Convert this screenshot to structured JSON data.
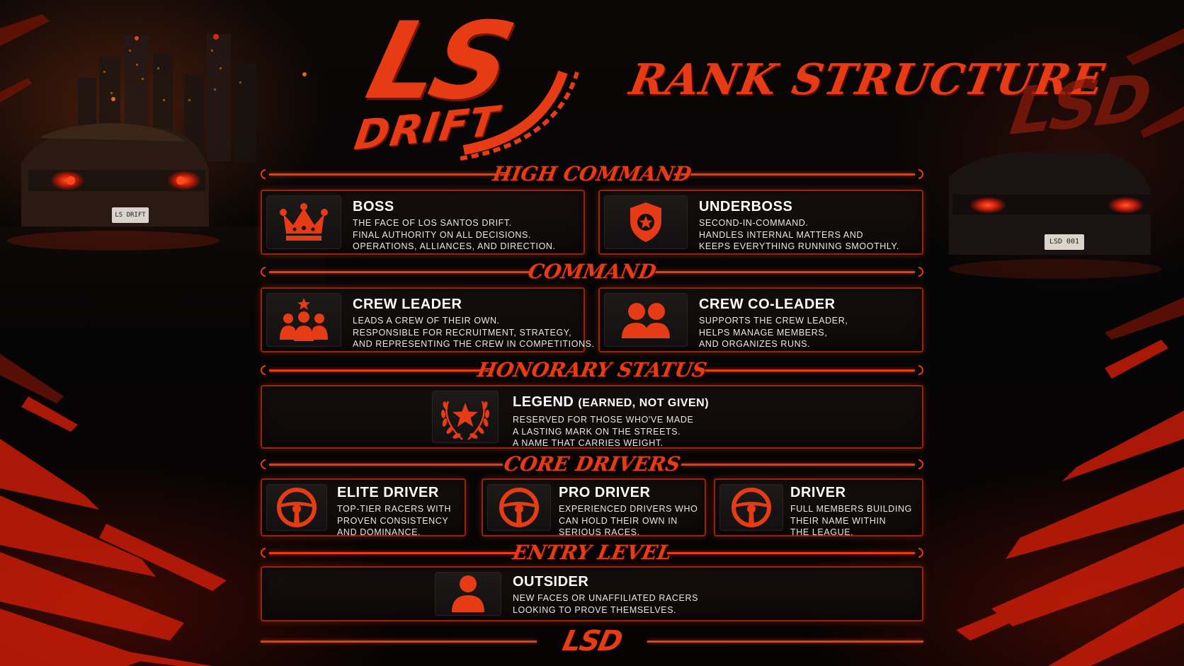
{
  "logo": {
    "main": "LS",
    "sub": "DRIFT"
  },
  "title": "RANK STRUCTURE",
  "corner_mark": "LSD",
  "footer_mark": "LSD",
  "plates": {
    "left": "LS DRIFT",
    "right": "LSD 001"
  },
  "accent_color": "#e63b14",
  "sections": {
    "high_command": "HIGH COMMAND",
    "command": "COMMAND",
    "honorary": "HONORARY STATUS",
    "core": "CORE DRIVERS",
    "entry": "ENTRY LEVEL"
  },
  "ranks": {
    "boss": {
      "icon": "crown-icon",
      "title": "BOSS",
      "lines": [
        "THE FACE OF LOS SANTOS DRIFT.",
        "FINAL AUTHORITY ON ALL DECISIONS.",
        "OPERATIONS, ALLIANCES, AND DIRECTION."
      ]
    },
    "underboss": {
      "icon": "shield-star-icon",
      "title": "UNDERBOSS",
      "lines": [
        "SECOND-IN-COMMAND.",
        "HANDLES INTERNAL MATTERS AND",
        "KEEPS EVERYTHING RUNNING SMOOTHLY."
      ]
    },
    "crew_leader": {
      "icon": "group-star-icon",
      "title": "CREW LEADER",
      "lines": [
        "LEADS A CREW OF THEIR OWN.",
        "RESPONSIBLE FOR RECRUITMENT, STRATEGY,",
        "AND REPRESENTING THE CREW IN COMPETITIONS."
      ]
    },
    "crew_co_leader": {
      "icon": "two-users-icon",
      "title": "CREW CO-LEADER",
      "lines": [
        "SUPPORTS THE CREW LEADER,",
        "HELPS MANAGE MEMBERS,",
        "AND ORGANIZES RUNS."
      ]
    },
    "legend": {
      "icon": "laurel-star-icon",
      "title": "LEGEND",
      "title_note": "(EARNED, NOT GIVEN)",
      "lines": [
        "RESERVED FOR THOSE WHO'VE MADE",
        "A LASTING MARK ON THE STREETS.",
        "A NAME THAT CARRIES WEIGHT."
      ]
    },
    "elite_driver": {
      "icon": "steering-wheel-icon",
      "title": "ELITE DRIVER",
      "lines": [
        "TOP-TIER RACERS WITH",
        "PROVEN CONSISTENCY",
        "AND DOMINANCE."
      ]
    },
    "pro_driver": {
      "icon": "steering-wheel-icon",
      "title": "PRO DRIVER",
      "lines": [
        "EXPERIENCED DRIVERS WHO",
        "CAN HOLD THEIR OWN IN",
        "SERIOUS RACES."
      ]
    },
    "driver": {
      "icon": "steering-wheel-icon",
      "title": "DRIVER",
      "lines": [
        "FULL MEMBERS BUILDING",
        "THEIR NAME WITHIN",
        "THE LEAGUE."
      ]
    },
    "outsider": {
      "icon": "user-icon",
      "title": "OUTSIDER",
      "lines": [
        "NEW FACES OR UNAFFILIATED RACERS",
        "LOOKING TO PROVE THEMSELVES."
      ]
    }
  }
}
